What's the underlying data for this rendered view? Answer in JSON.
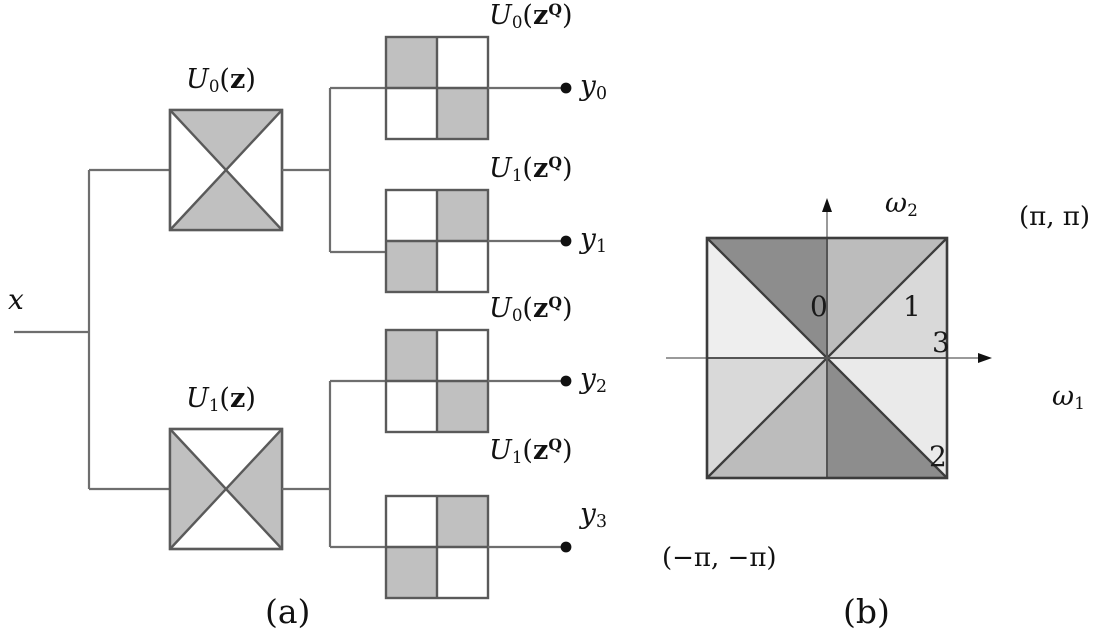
{
  "figure": {
    "captions": {
      "panel_a": "(a)",
      "panel_b": "(b)"
    }
  },
  "panel_a": {
    "input_label": "x",
    "stage1": [
      {
        "name": "butterfly-u0",
        "label_U": "U",
        "label_sub": "0",
        "label_arg_open": "(",
        "label_z": "z",
        "label_arg_close": ")",
        "pattern": "vertical-hourglass"
      },
      {
        "name": "butterfly-u1",
        "label_U": "U",
        "label_sub": "1",
        "label_arg_open": "(",
        "label_z": "z",
        "label_arg_close": ")",
        "pattern": "horizontal-hourglass"
      }
    ],
    "stage2": [
      {
        "name": "quad-u0-q-a",
        "label_U": "U",
        "label_sub": "0",
        "label_z": "z",
        "label_sup": "Q",
        "pattern": "diag-main",
        "output": "y",
        "output_sub": "0"
      },
      {
        "name": "quad-u1-q-a",
        "label_U": "U",
        "label_sub": "1",
        "label_z": "z",
        "label_sup": "Q",
        "pattern": "diag-anti",
        "output": "y",
        "output_sub": "1"
      },
      {
        "name": "quad-u0-q-b",
        "label_U": "U",
        "label_sub": "0",
        "label_z": "z",
        "label_sup": "Q",
        "pattern": "diag-main",
        "output": "y",
        "output_sub": "2"
      },
      {
        "name": "quad-u1-q-b",
        "label_U": "U",
        "label_sub": "1",
        "label_z": "z",
        "label_sup": "Q",
        "pattern": "diag-anti",
        "output": "y",
        "output_sub": "3"
      }
    ]
  },
  "panel_b": {
    "axis_x_label": "ω",
    "axis_x_sub": "1",
    "axis_y_label": "ω",
    "axis_y_sub": "2",
    "corner_top_right": "(π, π)",
    "corner_bottom_left": "(−π, −π)",
    "sector_labels": [
      "0",
      "1",
      "3",
      "2"
    ],
    "sectors": [
      {
        "name": "sector-upper-left-outer",
        "label": "",
        "fill": "#eeeeee"
      },
      {
        "name": "sector-0",
        "label": "0",
        "fill": "#8d8d8d"
      },
      {
        "name": "sector-1",
        "label": "1",
        "fill": "#bcbcbc"
      },
      {
        "name": "sector-3",
        "label": "3",
        "fill": "#d9d9d9"
      },
      {
        "name": "sector-2",
        "label": "2",
        "fill": "#eaeaea"
      },
      {
        "name": "sector-lower-mid-right",
        "label": "",
        "fill": "#8d8d8d"
      },
      {
        "name": "sector-lower-mid-left",
        "label": "",
        "fill": "#bcbcbc"
      },
      {
        "name": "sector-lower-left-outer",
        "label": "",
        "fill": "#d9d9d9"
      }
    ]
  },
  "colors": {
    "shade": "#c0c0c0",
    "stroke": "#5a5a5a",
    "wire": "#6e6e6e",
    "dark": "#8d8d8d",
    "mid": "#bcbcbc",
    "light": "#d9d9d9",
    "lighter": "#eaeaea",
    "background": "#ffffff"
  }
}
